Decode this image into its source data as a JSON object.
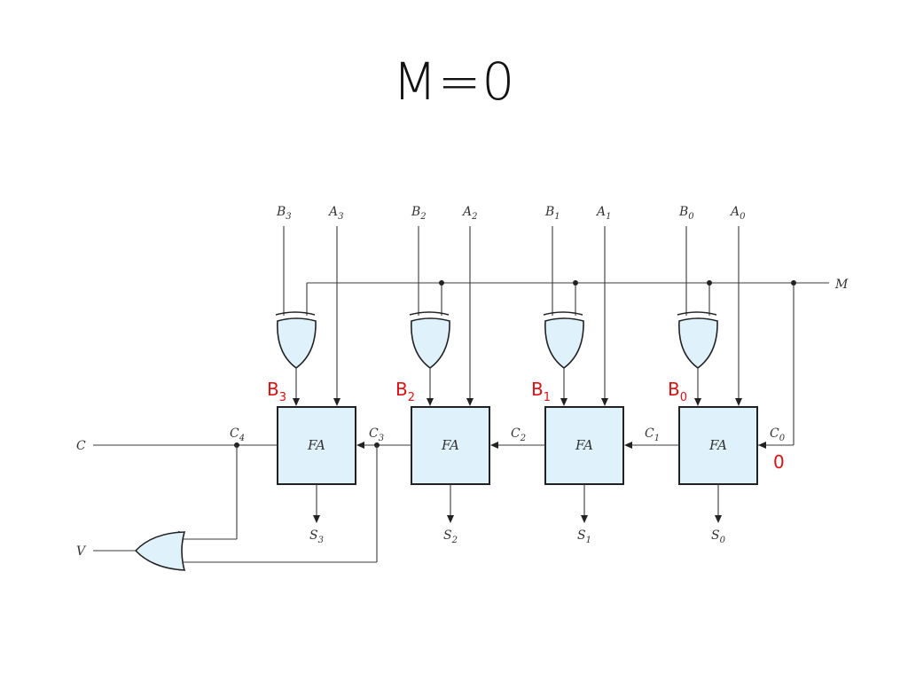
{
  "title": "M=0",
  "inputs": {
    "b3": "B",
    "b3_sub": "3",
    "a3": "A",
    "a3_sub": "3",
    "b2": "B",
    "b2_sub": "2",
    "a2": "A",
    "a2_sub": "2",
    "b1": "B",
    "b1_sub": "1",
    "a1": "A",
    "a1_sub": "1",
    "b0": "B",
    "b0_sub": "0",
    "a0": "A",
    "a0_sub": "0",
    "mode": "M"
  },
  "blocks": {
    "fa3": "FA",
    "fa2": "FA",
    "fa1": "FA",
    "fa0": "FA"
  },
  "carries": {
    "c4": "C",
    "c4_sub": "4",
    "c3": "C",
    "c3_sub": "3",
    "c2": "C",
    "c2_sub": "2",
    "c1": "C",
    "c1_sub": "1",
    "c0": "C",
    "c0_sub": "0"
  },
  "outputs": {
    "s3": "S",
    "s3_sub": "3",
    "s2": "S",
    "s2_sub": "2",
    "s1": "S",
    "s1_sub": "1",
    "s0": "S",
    "s0_sub": "0",
    "carry_out": "C",
    "overflow": "V"
  },
  "annotations": {
    "b3": "B",
    "b3_sub": "3",
    "b2": "B",
    "b2_sub": "2",
    "b1": "B",
    "b1_sub": "1",
    "b0": "B",
    "b0_sub": "0",
    "c0_value": "0",
    "color": "#e01010"
  }
}
